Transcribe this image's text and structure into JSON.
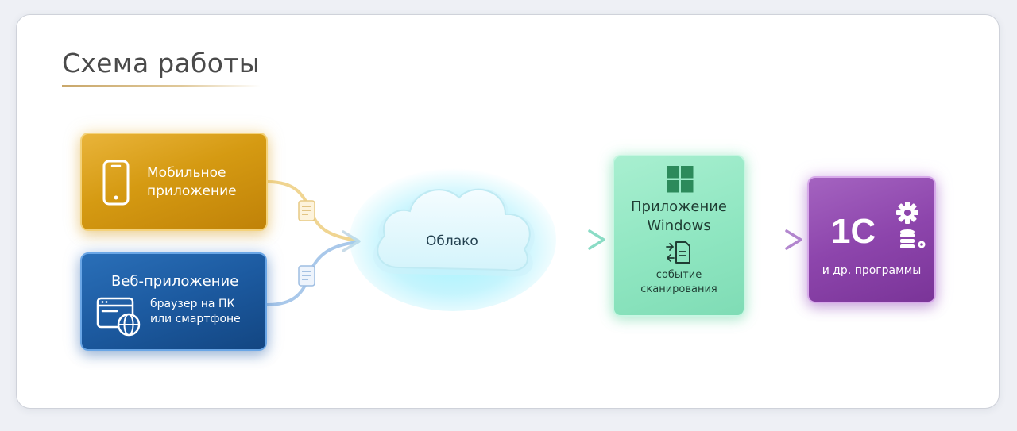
{
  "title": "Схема работы",
  "nodes": {
    "mobile": {
      "label_line1": "Мобильное",
      "label_line2": "приложение",
      "icon": "smartphone-icon",
      "color": "#d59a12"
    },
    "web": {
      "label": "Веб-приложение",
      "sub_line1": "браузер на ПК",
      "sub_line2": "или смартфоне",
      "icon": "browser-globe-icon",
      "color": "#1c5aa0"
    },
    "cloud": {
      "label": "Облако",
      "icon": "cloud-icon",
      "color": "#7fe3f5"
    },
    "windows": {
      "title_line1": "Приложение",
      "title_line2": "Windows",
      "sub_line1": "событие",
      "sub_line2": "сканирования",
      "icon": "windows-logo-icon",
      "event_icon": "scan-document-icon",
      "color": "#8fe6c1"
    },
    "onec": {
      "logo_text": "1С",
      "label": "и др. программы",
      "icon": "gear-database-icon",
      "color": "#8d45ac"
    }
  },
  "edges": [
    {
      "from": "mobile",
      "to": "cloud",
      "icon": "document-icon"
    },
    {
      "from": "web",
      "to": "cloud",
      "icon": "document-icon"
    },
    {
      "from": "cloud",
      "to": "windows"
    },
    {
      "from": "windows",
      "to": "onec"
    }
  ]
}
